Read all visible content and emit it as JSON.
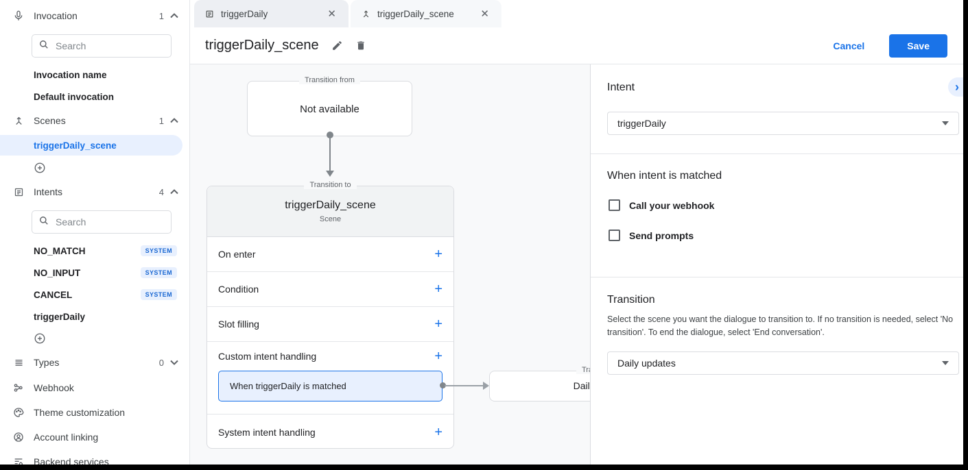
{
  "colors": {
    "accent": "#1a73e8",
    "selection_bg": "#e8f0fe",
    "badge_text": "#1967d2"
  },
  "icons": {
    "plus": "+",
    "close": "✕",
    "chevron_right": "›"
  },
  "sidebar": {
    "invocation": {
      "label": "Invocation",
      "count": "1",
      "search_placeholder": "Search",
      "items": [
        {
          "label": "Invocation name"
        },
        {
          "label": "Default invocation"
        }
      ]
    },
    "scenes": {
      "label": "Scenes",
      "count": "1",
      "selected": "triggerDaily_scene"
    },
    "intents": {
      "label": "Intents",
      "count": "4",
      "search_placeholder": "Search",
      "items": [
        {
          "label": "NO_MATCH",
          "badge": "SYSTEM"
        },
        {
          "label": "NO_INPUT",
          "badge": "SYSTEM"
        },
        {
          "label": "CANCEL",
          "badge": "SYSTEM"
        },
        {
          "label": "triggerDaily",
          "badge": ""
        }
      ]
    },
    "types": {
      "label": "Types",
      "count": "0"
    },
    "links": [
      {
        "label": "Webhook"
      },
      {
        "label": "Theme customization"
      },
      {
        "label": "Account linking"
      },
      {
        "label": "Backend services"
      }
    ]
  },
  "tabs": [
    {
      "label": "triggerDaily"
    },
    {
      "label": "triggerDaily_scene"
    }
  ],
  "header": {
    "title": "triggerDaily_scene",
    "cancel_label": "Cancel",
    "save_label": "Save"
  },
  "canvas": {
    "transition_from": {
      "legend": "Transition from",
      "text": "Not available"
    },
    "scene": {
      "legend": "Transition to",
      "title": "triggerDaily_scene",
      "subtitle": "Scene",
      "rows": [
        {
          "label": "On enter"
        },
        {
          "label": "Condition"
        },
        {
          "label": "Slot filling"
        },
        {
          "label": "Custom intent handling"
        }
      ],
      "handler": "When triggerDaily is matched",
      "system_row": "System intent handling"
    },
    "target": {
      "legend": "Transition to",
      "title": "Daily updates"
    }
  },
  "panel": {
    "intent": {
      "heading": "Intent",
      "value": "triggerDaily"
    },
    "matched": {
      "heading": "When intent is matched",
      "options": [
        {
          "label": "Call your webhook"
        },
        {
          "label": "Send prompts"
        }
      ]
    },
    "transition": {
      "heading": "Transition",
      "description": "Select the scene you want the dialogue to transition to. If no transition is needed, select 'No transition'. To end the dialogue, select 'End conversation'.",
      "value": "Daily updates"
    }
  }
}
